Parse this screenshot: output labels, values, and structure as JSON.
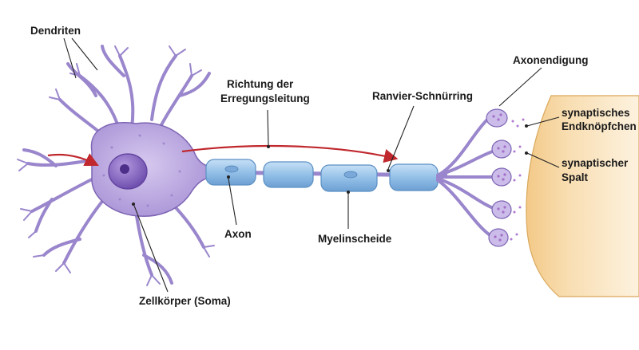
{
  "labels": {
    "dendrites": "Dendriten",
    "conduction_line1": "Richtung der",
    "conduction_line2": "Erregungsleitung",
    "node": "Ranvier-Schnürring",
    "axon_terminal": "Axonendigung",
    "bouton_line1": "synaptisches",
    "bouton_line2": "Endknöpfchen",
    "cleft_line1": "synaptischer",
    "cleft_line2": "Spalt",
    "axon": "Axon",
    "myelin": "Myelinscheide",
    "soma": "Zellkörper (Soma)"
  },
  "colors": {
    "neuron": "#b9a6dd",
    "neuron_stroke": "#7d64b4",
    "nucleus": "#8f6fc6",
    "myelin": "#8fbde6",
    "myelin_stroke": "#5b8fc4",
    "target_cell": "#f6d8a4",
    "arrow": "#c0282d"
  }
}
